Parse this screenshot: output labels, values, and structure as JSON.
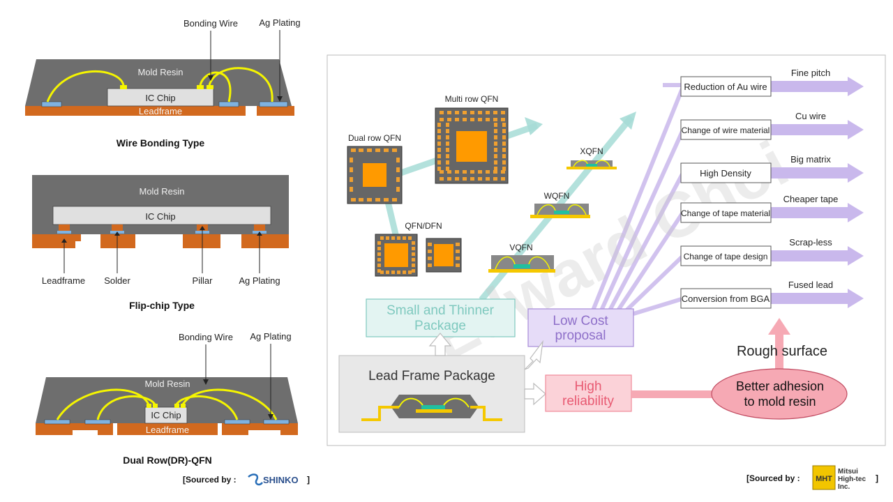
{
  "left": {
    "wb": {
      "callouts": [
        "Bonding Wire",
        "Ag Plating"
      ],
      "mold": "Mold Resin",
      "chip": "IC Chip",
      "frame": "Leadframe",
      "caption": "Wire Bonding Type"
    },
    "fc": {
      "mold": "Mold Resin",
      "chip": "IC Chip",
      "labels": [
        "Leadframe",
        "Solder",
        "Pillar",
        "Ag Plating"
      ],
      "caption": "Flip-chip Type"
    },
    "dr": {
      "callouts": [
        "Bonding Wire",
        "Ag Plating"
      ],
      "mold": "Mold Resin",
      "chip": "IC Chip",
      "frame": "Leadframe",
      "caption": "Dual Row(DR)-QFN"
    },
    "source": {
      "prefix": "[Sourced  by :",
      "brand": "SHINKO",
      "suffix": "]"
    }
  },
  "right": {
    "packages": {
      "dual_row": "Dual row QFN",
      "multi_row": "Multi row QFN",
      "qfn_dfn": "QFN/DFN",
      "xqfn": "XQFN",
      "wqfn": "WQFN",
      "vqfn": "VQFN"
    },
    "boxes": {
      "small": [
        "Small and Thinner",
        "Package"
      ],
      "lowcost": [
        "Low Cost",
        "proposal"
      ],
      "lead": "Lead Frame Package",
      "high": [
        "High",
        "reliability"
      ],
      "better": [
        "Better adhesion",
        "to mold resin"
      ],
      "rough": "Rough surface"
    },
    "items": [
      {
        "box": "Reduction of Au wire",
        "result": "Fine pitch"
      },
      {
        "box": "Change of wire material",
        "result": "Cu wire"
      },
      {
        "box": "High Density",
        "result": "Big matrix"
      },
      {
        "box": "Change of tape material",
        "result": "Cheaper tape"
      },
      {
        "box": "Change of tape design",
        "result": "Scrap-less"
      },
      {
        "box": "Conversion from BGA",
        "result": "Fused lead"
      }
    ],
    "watermark": "Edward Choi",
    "source": {
      "prefix": "[Sourced  by :",
      "logo": "MHT",
      "company": [
        "Mitsui",
        "High-tec",
        "Inc."
      ],
      "suffix": "]"
    }
  },
  "colors": {
    "resin": "#6e6e6e",
    "leadframe": "#d2691e",
    "wire": "#f5f500",
    "plating": "#7fb2e0",
    "teal": "#a6dcd6",
    "lavender": "#c9b8ec",
    "pink": "#f6a9b4"
  }
}
